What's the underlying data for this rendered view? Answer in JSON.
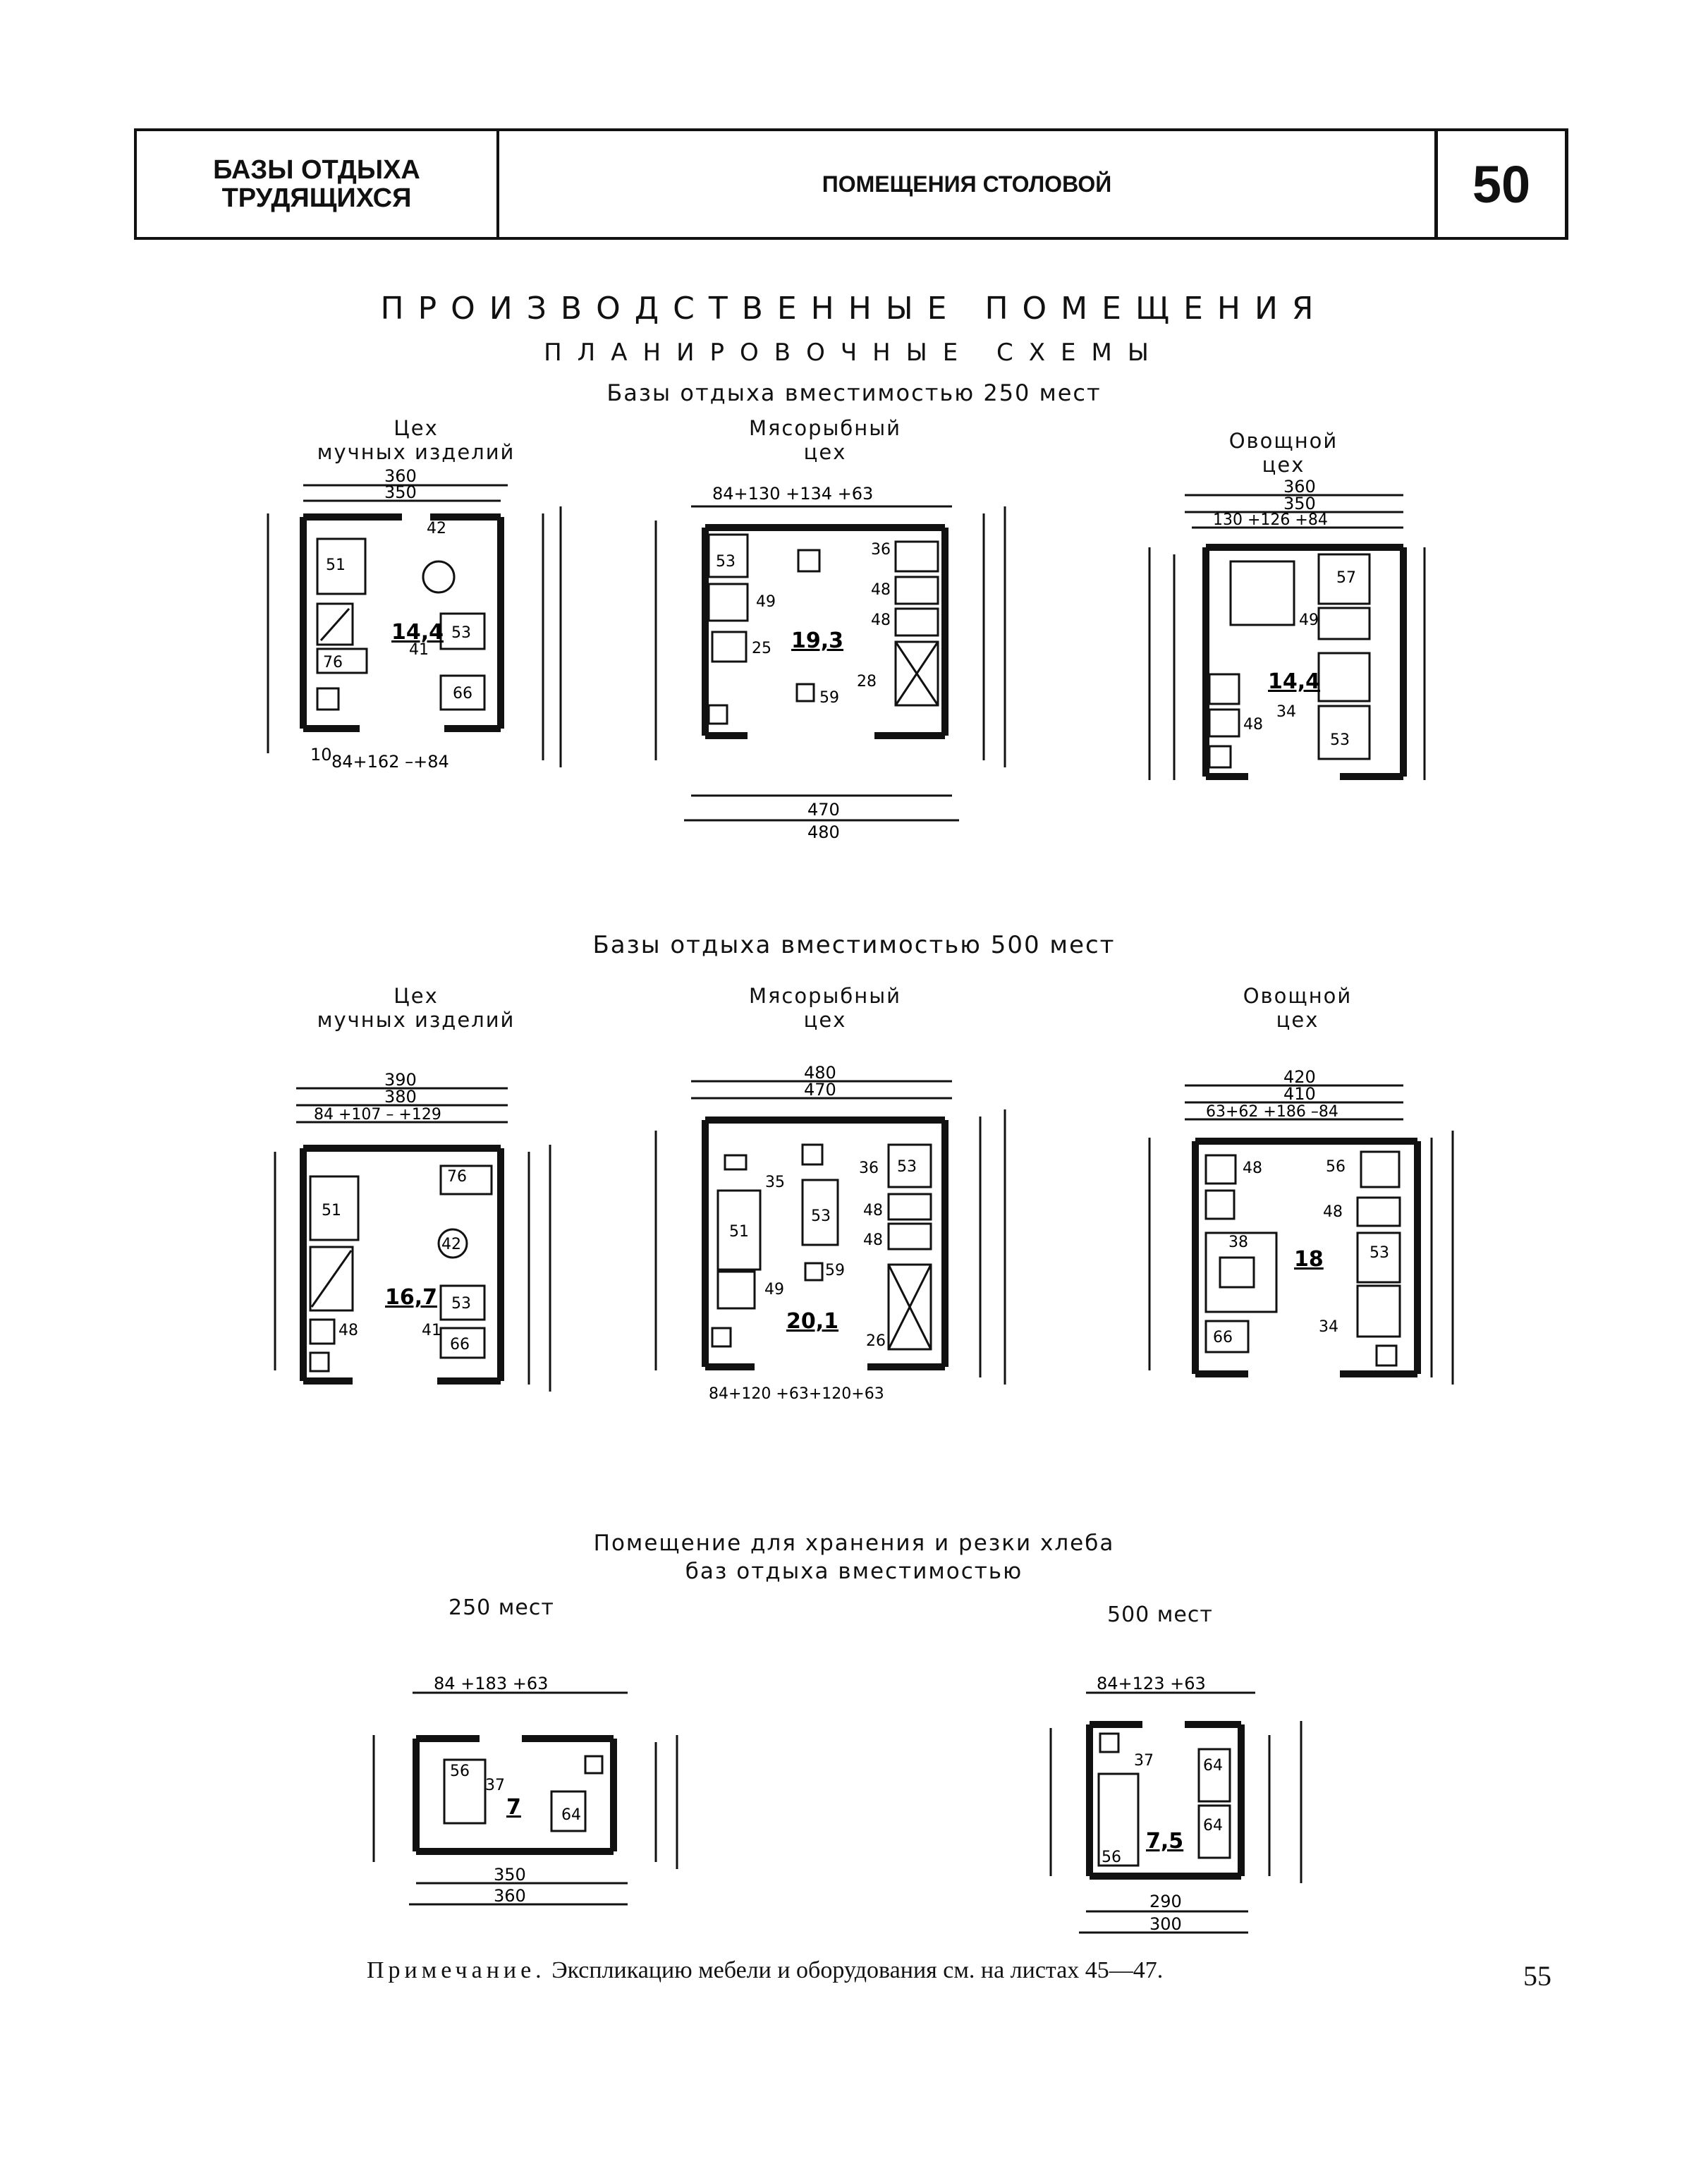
{
  "header": {
    "left_line1": "БАЗЫ ОТДЫХА",
    "left_line2": "ТРУДЯЩИХСЯ",
    "center": "ПОМЕЩЕНИЯ СТОЛОВОЙ",
    "sheet": "50"
  },
  "title": "ПРОИЗВОДСТВЕННЫЕ ПОМЕЩЕНИЯ",
  "subtitle": "ПЛАНИРОВОЧНЫЕ СХЕМЫ",
  "group250": "Базы отдыха вместимостью 250 мест",
  "group500": "Базы отдыха вместимостью 500 мест",
  "labels": {
    "flour_1": "Цех",
    "flour_2": "мучных изделий",
    "meat_1": "Мясорыбный",
    "meat_2": "цех",
    "veg_1": "Овощной",
    "veg_2": "цех"
  },
  "areas": {
    "flour250": "14,4",
    "meat250": "19,3",
    "veg250": "14,4",
    "flour500": "16,7",
    "meat500": "20,1",
    "veg500": "18",
    "bread250": "7",
    "bread500": "7,5"
  },
  "bread_section": {
    "line1": "Помещение для хранения и резки хлеба",
    "line2": "баз отдыха вместимостью",
    "cap250": "250 мест",
    "cap500": "500 мест"
  },
  "note": {
    "lead": "Примечание.",
    "text": " Экспликацию мебели и оборудования см. на листах 45—47."
  },
  "page_number": "55"
}
